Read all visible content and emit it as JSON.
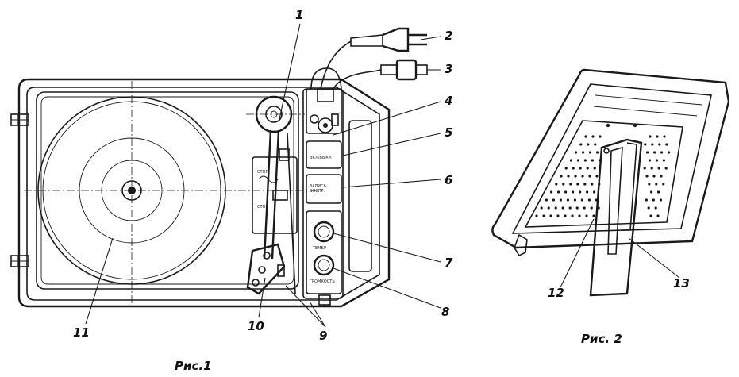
{
  "figure1": {
    "caption": "Рис.1",
    "callouts": [
      "1",
      "2",
      "3",
      "4",
      "5",
      "6",
      "7",
      "8",
      "9",
      "10",
      "11"
    ]
  },
  "figure2": {
    "caption": "Рис. 2",
    "callouts": [
      "12",
      "13"
    ]
  }
}
